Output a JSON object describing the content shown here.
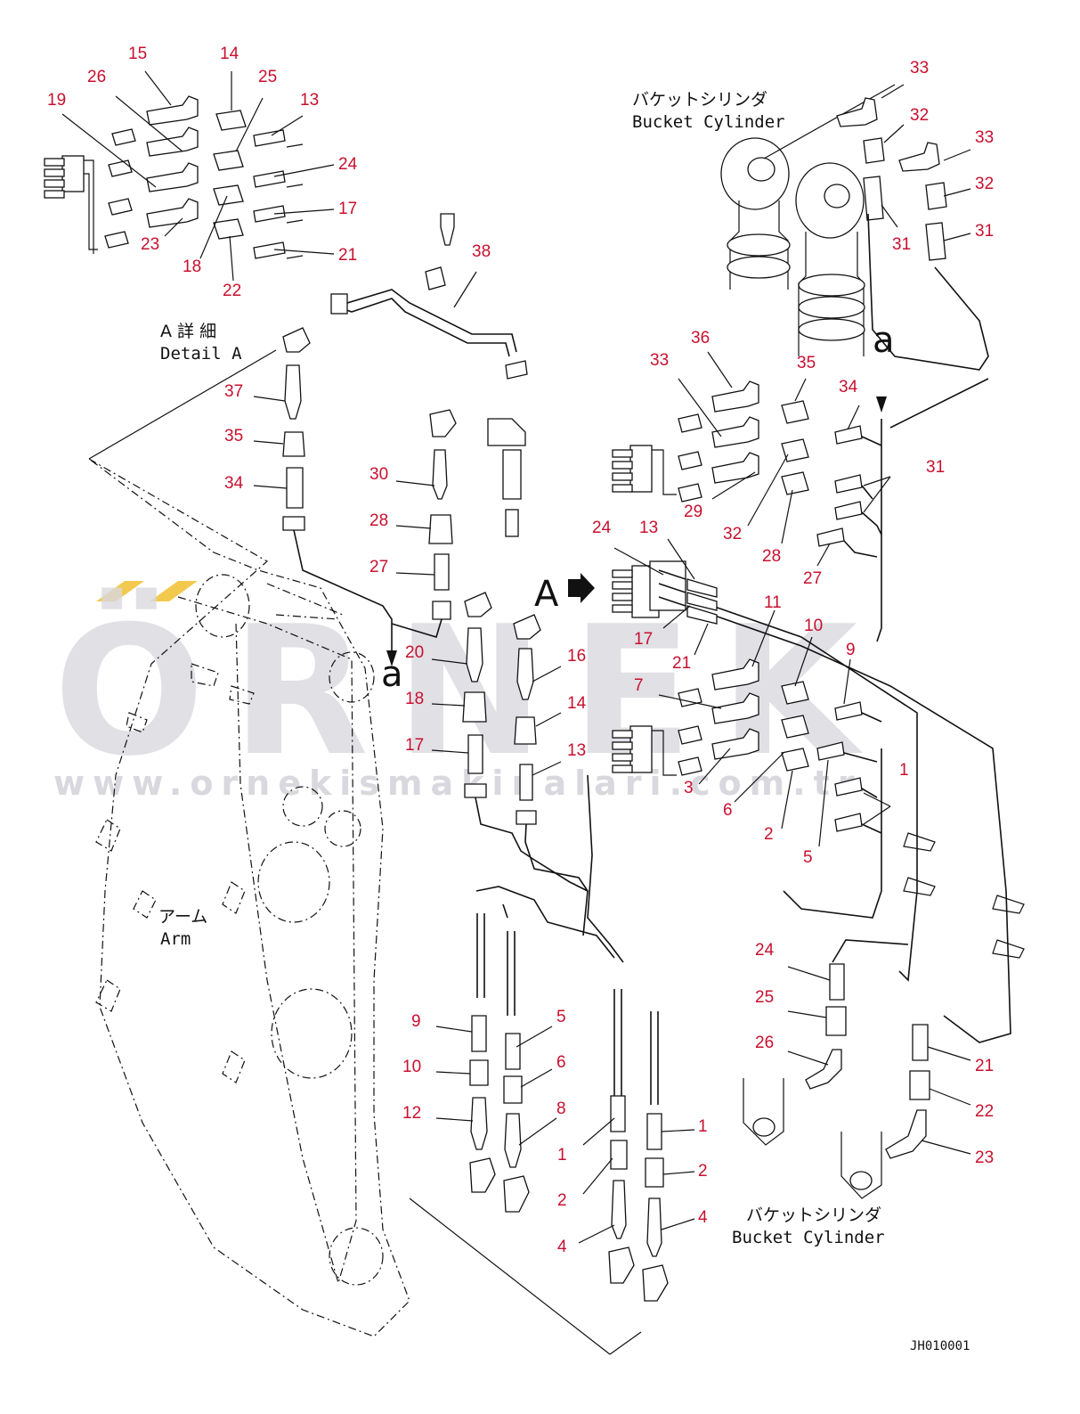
{
  "watermark": {
    "brand": "ÖRNEK",
    "url": "www.ornekismakinalari.com.tr",
    "accent": "#f2c94c"
  },
  "labels": {
    "detail_a_jp": "A 詳 細",
    "detail_a_en": "Detail A",
    "bucket_top_jp": "バケットシリンダ",
    "bucket_top_en": "Bucket Cylinder",
    "bucket_bottom_jp": "バケットシリンダ",
    "bucket_bottom_en": "Bucket Cylinder",
    "arm_jp": "アーム",
    "arm_en": "Arm",
    "ref_a_top": "a",
    "ref_a_mid": "a",
    "view_a": "A",
    "drawing_code": "JH010001"
  },
  "callouts": [
    {
      "id": "c1",
      "text": "15"
    },
    {
      "id": "c2",
      "text": "14"
    },
    {
      "id": "c3",
      "text": "26"
    },
    {
      "id": "c4",
      "text": "25"
    },
    {
      "id": "c5",
      "text": "13"
    },
    {
      "id": "c6",
      "text": "19"
    },
    {
      "id": "c7",
      "text": "24"
    },
    {
      "id": "c8",
      "text": "17"
    },
    {
      "id": "c9",
      "text": "23"
    },
    {
      "id": "c10",
      "text": "21"
    },
    {
      "id": "c11",
      "text": "18"
    },
    {
      "id": "c12",
      "text": "22"
    },
    {
      "id": "c13",
      "text": "38"
    },
    {
      "id": "c14",
      "text": "37"
    },
    {
      "id": "c15",
      "text": "35"
    },
    {
      "id": "c16",
      "text": "34"
    },
    {
      "id": "c17",
      "text": "30"
    },
    {
      "id": "c18",
      "text": "28"
    },
    {
      "id": "c19",
      "text": "27"
    },
    {
      "id": "c20",
      "text": "20"
    },
    {
      "id": "c21",
      "text": "18"
    },
    {
      "id": "c22",
      "text": "17"
    },
    {
      "id": "c23",
      "text": "16"
    },
    {
      "id": "c24",
      "text": "14"
    },
    {
      "id": "c25",
      "text": "13"
    },
    {
      "id": "c26",
      "text": "33"
    },
    {
      "id": "c27",
      "text": "32"
    },
    {
      "id": "c28",
      "text": "33"
    },
    {
      "id": "c29",
      "text": "32"
    },
    {
      "id": "c30",
      "text": "31"
    },
    {
      "id": "c31",
      "text": "31"
    },
    {
      "id": "c32",
      "text": "36"
    },
    {
      "id": "c33",
      "text": "33"
    },
    {
      "id": "c34",
      "text": "35"
    },
    {
      "id": "c35",
      "text": "34"
    },
    {
      "id": "c36",
      "text": "31"
    },
    {
      "id": "c37",
      "text": "29"
    },
    {
      "id": "c38",
      "text": "32"
    },
    {
      "id": "c39",
      "text": "28"
    },
    {
      "id": "c40",
      "text": "27"
    },
    {
      "id": "c41",
      "text": "24"
    },
    {
      "id": "c42",
      "text": "13"
    },
    {
      "id": "c43",
      "text": "11"
    },
    {
      "id": "c44",
      "text": "10"
    },
    {
      "id": "c45",
      "text": "9"
    },
    {
      "id": "c46",
      "text": "17"
    },
    {
      "id": "c47",
      "text": "21"
    },
    {
      "id": "c48",
      "text": "7"
    },
    {
      "id": "c49",
      "text": "3"
    },
    {
      "id": "c50",
      "text": "6"
    },
    {
      "id": "c51",
      "text": "2"
    },
    {
      "id": "c52",
      "text": "5"
    },
    {
      "id": "c53",
      "text": "1"
    },
    {
      "id": "c54",
      "text": "24"
    },
    {
      "id": "c55",
      "text": "25"
    },
    {
      "id": "c56",
      "text": "26"
    },
    {
      "id": "c57",
      "text": "21"
    },
    {
      "id": "c58",
      "text": "22"
    },
    {
      "id": "c59",
      "text": "23"
    },
    {
      "id": "c60",
      "text": "9"
    },
    {
      "id": "c61",
      "text": "5"
    },
    {
      "id": "c62",
      "text": "10"
    },
    {
      "id": "c63",
      "text": "6"
    },
    {
      "id": "c64",
      "text": "12"
    },
    {
      "id": "c65",
      "text": "8"
    },
    {
      "id": "c66",
      "text": "1"
    },
    {
      "id": "c67",
      "text": "1"
    },
    {
      "id": "c68",
      "text": "2"
    },
    {
      "id": "c69",
      "text": "2"
    },
    {
      "id": "c70",
      "text": "4"
    },
    {
      "id": "c71",
      "text": "4"
    }
  ]
}
